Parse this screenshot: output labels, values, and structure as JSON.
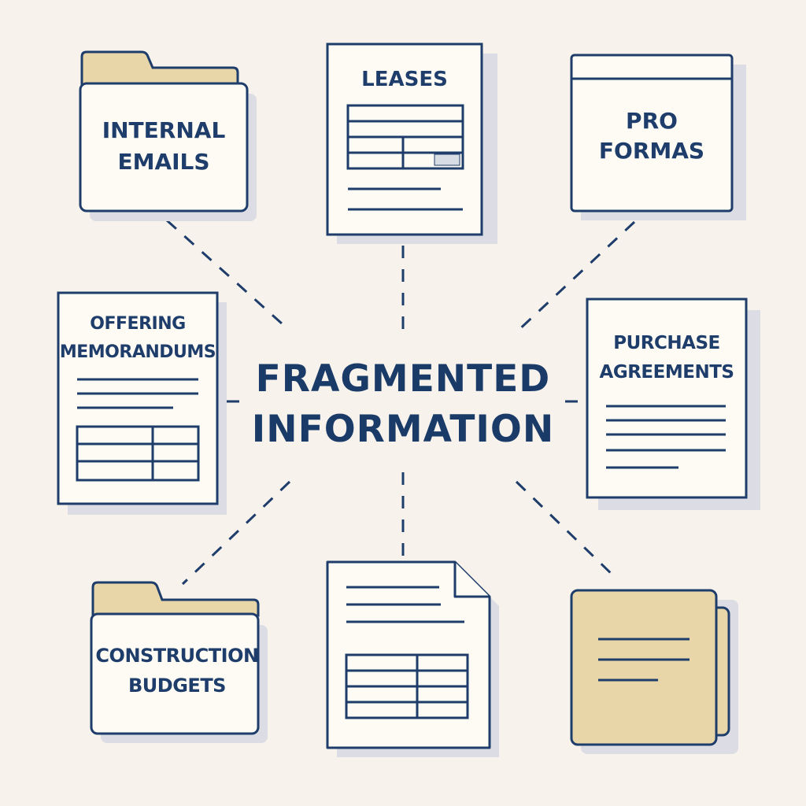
{
  "colors": {
    "background": "#f7f3ec",
    "stroke": "#1e3d6b",
    "paper": "#fdfbf4",
    "tab": "#e8d6a9",
    "shadow": "#dcdde4",
    "cell_highlight": "#d8dce4"
  },
  "center": {
    "line1": "FRAGMENTED",
    "line2": "INFORMATION"
  },
  "nodes": {
    "internal_emails": {
      "line1": "INTERNAL",
      "line2": "EMAILS",
      "icon": "folder-icon"
    },
    "leases": {
      "line1": "LEASES",
      "icon": "document-icon"
    },
    "pro_formas": {
      "line1": "PRO",
      "line2": "FORMAS",
      "icon": "window-icon"
    },
    "offering_memorandums": {
      "line1": "OFFERING",
      "line2": "MEMORANDUMS",
      "icon": "document-icon"
    },
    "purchase_agreements": {
      "line1": "PURCHASE",
      "line2": "AGREEMENTS",
      "icon": "document-icon"
    },
    "construction_budgets": {
      "line1": "CONSTRUCTION",
      "line2": "BUDGETS",
      "icon": "folder-icon"
    },
    "spreadsheet_doc": {
      "icon": "page-with-corner-icon"
    },
    "binder": {
      "icon": "binder-icon"
    }
  }
}
